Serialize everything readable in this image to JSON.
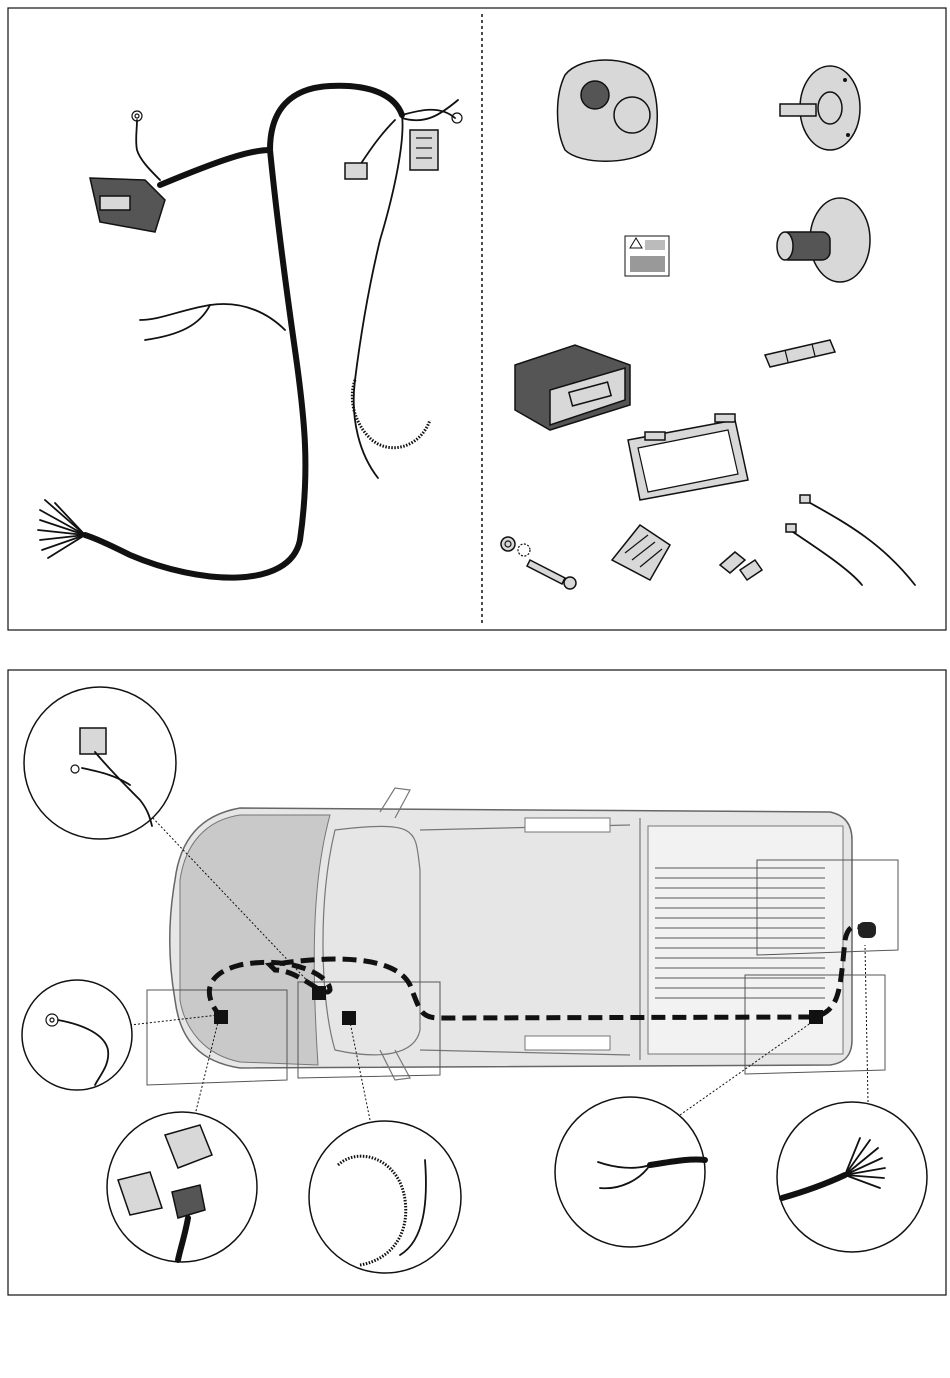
{
  "figure": {
    "kit_panel": {
      "components": [
        "wiring-harness",
        "control-module",
        "trailer-socket",
        "socket-mounting-plate",
        "socket-seal",
        "warning-label",
        "fuse",
        "module-bracket",
        "mounting-screw-nut-washer",
        "adhesive-pads",
        "wire-connectors",
        "cable-ties"
      ]
    },
    "installation_panel": {
      "vehicle": "pickup-truck-top-view",
      "route_style": "dashed-line",
      "details": [
        "plug-connector-detail",
        "ground-eyelet-detail",
        "module-connector-detail",
        "beaded-wire-detail",
        "split-wire-detail",
        "multi-wire-end-detail"
      ]
    },
    "colors": {
      "ink": "#111111",
      "part_fill": "#d8d8d8",
      "car_fill": "#e6e6e6"
    }
  }
}
